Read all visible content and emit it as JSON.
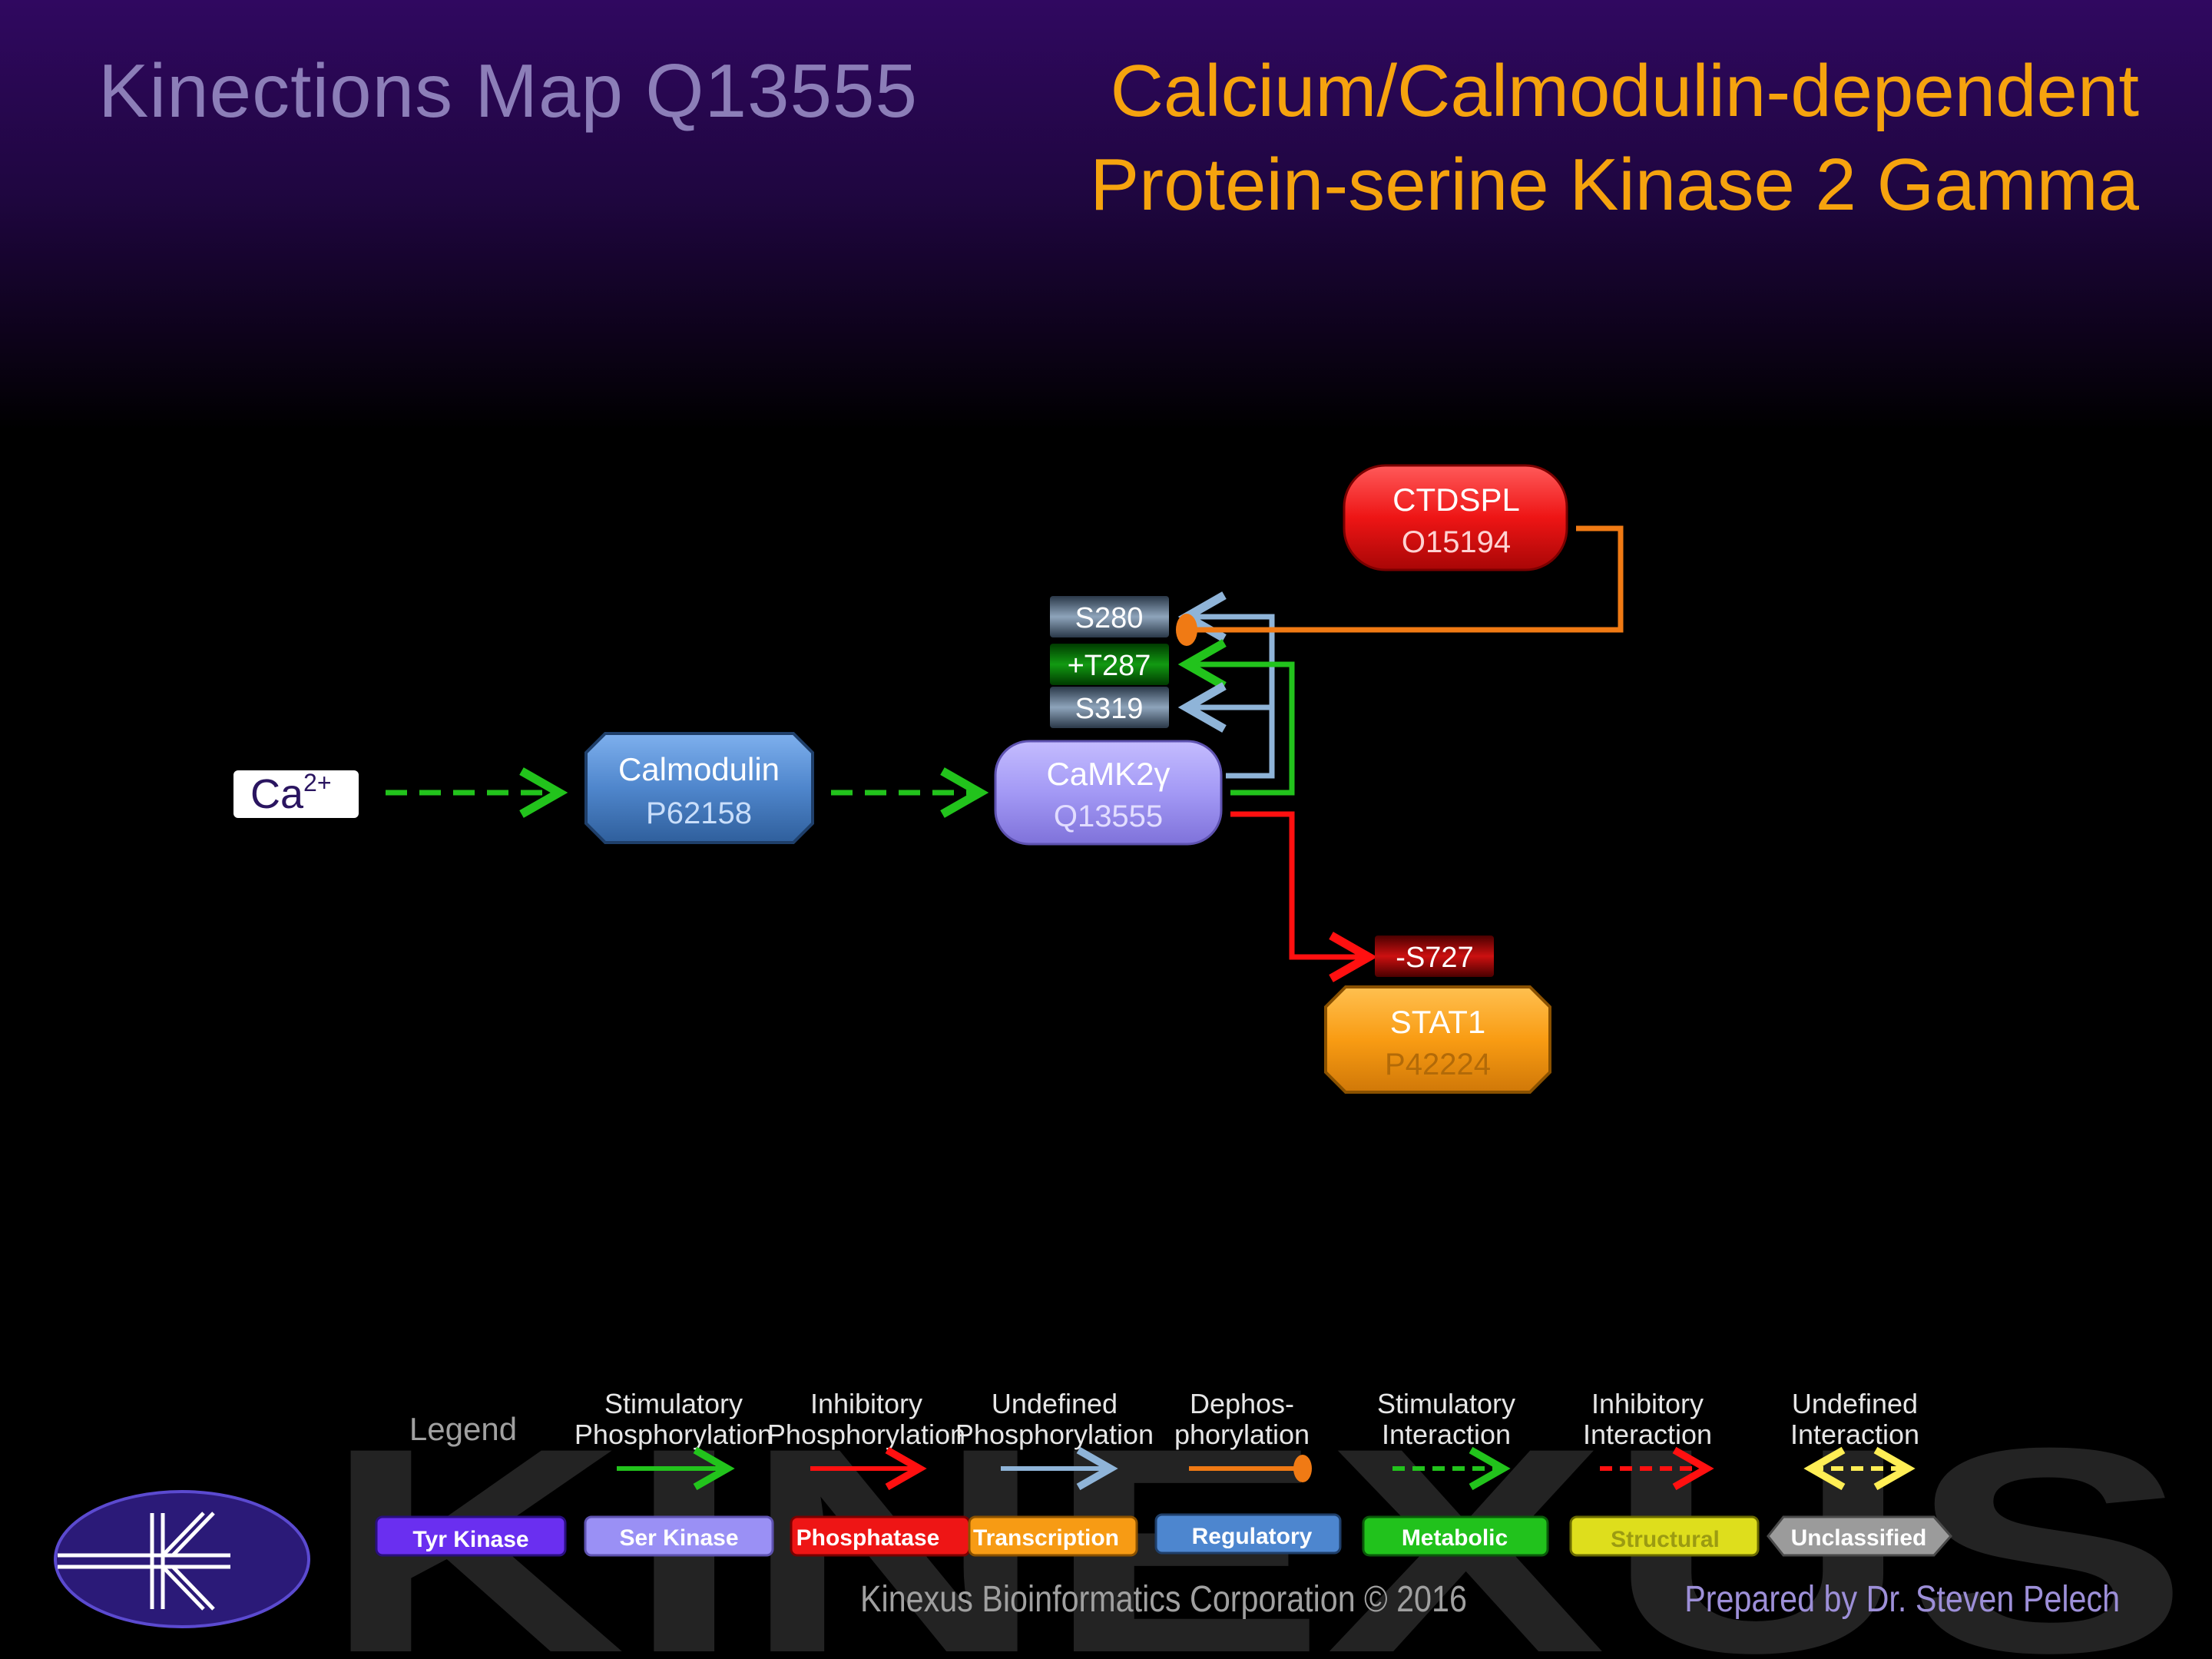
{
  "header": {
    "map_title": "Kinections Map Q13555",
    "protein_name_line1": "Calcium/Calmodulin-dependent",
    "protein_name_line2": "Protein-serine Kinase 2 Gamma"
  },
  "nodes": {
    "ca": {
      "label": "Ca",
      "superscript": "2+"
    },
    "calmodulin": {
      "name": "Calmodulin",
      "id": "P62158"
    },
    "camk2g": {
      "name": "CaMK2γ",
      "id": "Q13555"
    },
    "ctdspl": {
      "name": "CTDSPL",
      "id": "O15194"
    },
    "stat1": {
      "name": "STAT1",
      "id": "P42224"
    }
  },
  "sites": {
    "s280": "S280",
    "t287": "+T287",
    "s319": "S319",
    "s727": "-S727"
  },
  "legend": {
    "title": "Legend",
    "arrows": [
      {
        "line1": "Stimulatory",
        "line2": "Phosphorylation",
        "color": "#22c31c"
      },
      {
        "line1": "Inhibitory",
        "line2": "Phosphorylation",
        "color": "#ff1010"
      },
      {
        "line1": "Undefined",
        "line2": "Phosphorylation",
        "color": "#8fb4d8"
      },
      {
        "line1": "Dephos-",
        "line2": "phorylation",
        "color": "#f07a14"
      },
      {
        "line1": "Stimulatory",
        "line2": "Interaction",
        "color": "#22c31c"
      },
      {
        "line1": "Inhibitory",
        "line2": "Interaction",
        "color": "#ff1010"
      },
      {
        "line1": "Undefined",
        "line2": "Interaction",
        "color": "#ffee55"
      }
    ],
    "categories": [
      {
        "label": "Tyr Kinase",
        "color": "#6a2ff0"
      },
      {
        "label": "Ser Kinase",
        "color": "#9a90f5"
      },
      {
        "label": "Phosphatase",
        "color": "#ee1515"
      },
      {
        "label": "Transcription",
        "color": "#f79b14"
      },
      {
        "label": "Regulatory",
        "color": "#4d86cf"
      },
      {
        "label": "Metabolic",
        "color": "#21c21c"
      },
      {
        "label": "Structural",
        "color": "#dede1c"
      },
      {
        "label": "Unclassified",
        "color": "#9b9b9b"
      }
    ]
  },
  "footer": {
    "company": "Kinexus Bioinformatics Corporation © 2016",
    "author": "Prepared by Dr. Steven Pelech",
    "watermark": "KINEXUS"
  },
  "colors": {
    "title_purple": "#8c7eb8",
    "name_orange": "#f6a30e",
    "stimulatory_green": "#22c31c",
    "inhibitory_red": "#ff1010",
    "undefined_blue": "#8fb4d8",
    "dephos_orange": "#f07a14"
  }
}
